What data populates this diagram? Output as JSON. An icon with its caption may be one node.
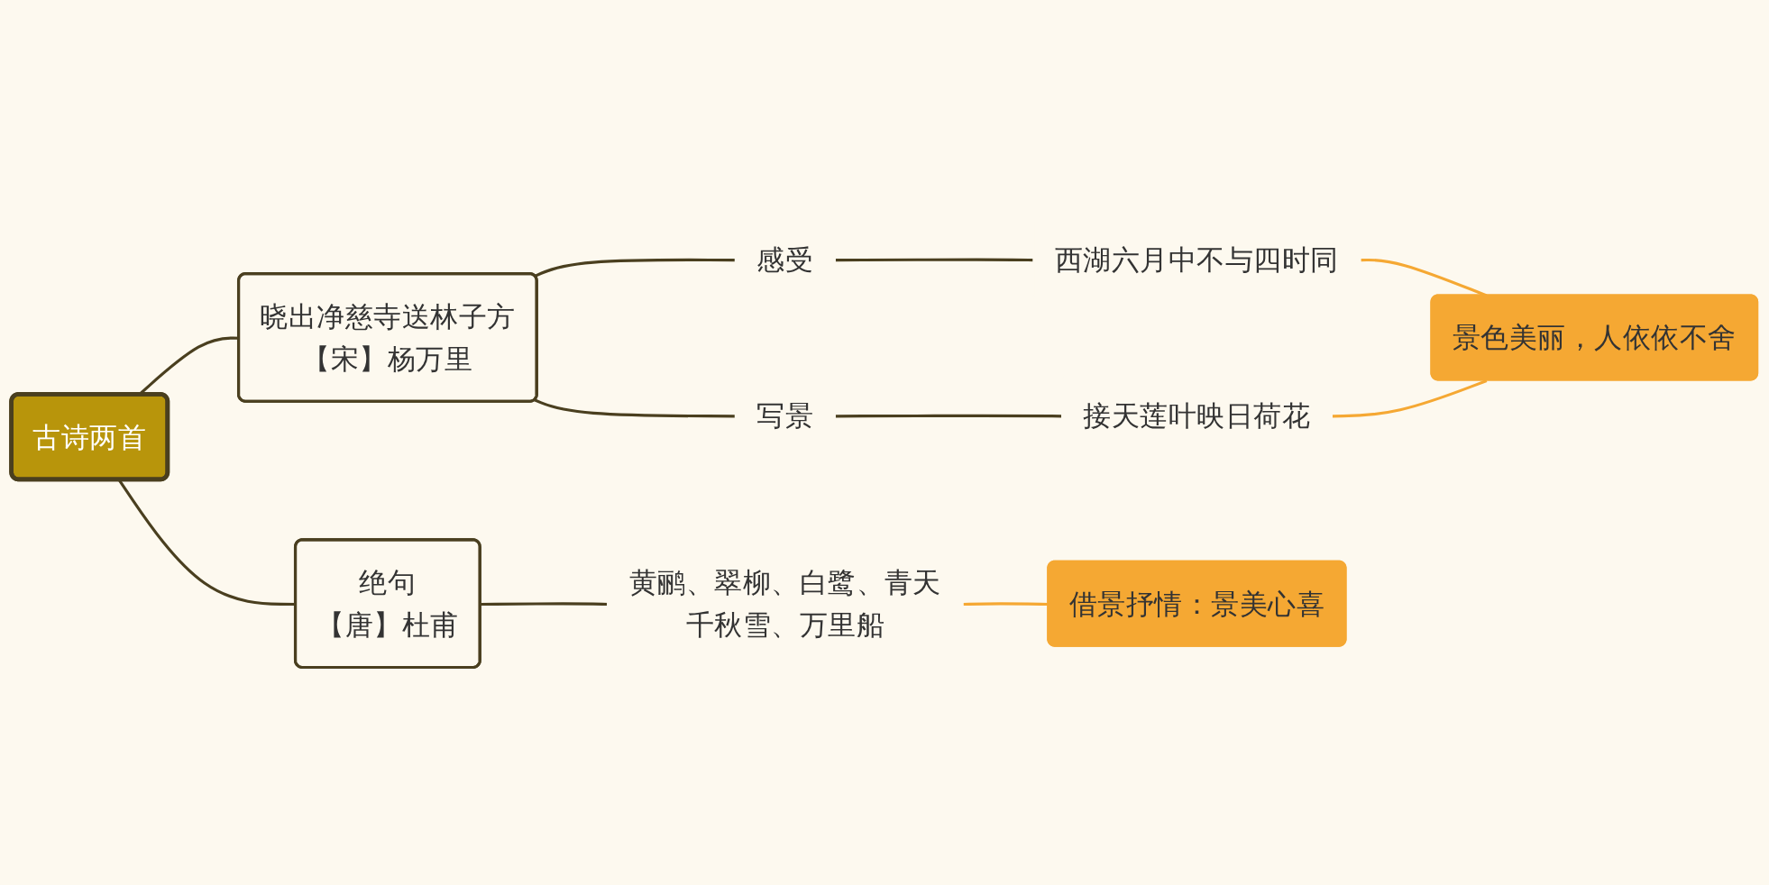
{
  "diagram": {
    "nodes": [
      {
        "text": [
          "古诗两首"
        ]
      },
      {
        "text": [
          "晓出净慈寺送林子方",
          "【宋】杨万里"
        ]
      },
      {
        "text": [
          "绝句",
          "【唐】杜甫"
        ]
      },
      {
        "text": [
          "感受"
        ]
      },
      {
        "text": [
          "写景"
        ]
      },
      {
        "text": [
          "西湖六月中不与四时同"
        ]
      },
      {
        "text": [
          "接天莲叶映日荷花"
        ]
      },
      {
        "text": [
          "景色美丽，人依依不舍"
        ]
      },
      {
        "text": [
          "黄鹂、翠柳、白鹭、青天千秋雪、万里船"
        ]
      },
      {
        "text": [
          "借景抒情：景美心喜"
        ]
      }
    ],
    "edges": [
      {
        "from": 0,
        "to": 1,
        "arrow": "none"
      },
      {
        "from": 0,
        "to": 2,
        "arrow": "none"
      },
      {
        "from": 1,
        "to": 3,
        "arrow": "none"
      },
      {
        "from": 1,
        "to": 4,
        "arrow": "none"
      },
      {
        "from": 3,
        "to": 5,
        "arrow": "none"
      },
      {
        "from": 4,
        "to": 6,
        "arrow": "none"
      },
      {
        "from": 5,
        "to": 7,
        "arrow": "none",
        "color": "#f5a833"
      },
      {
        "from": 6,
        "to": 7,
        "arrow": "none",
        "color": "#f5a833"
      },
      {
        "from": 2,
        "to": 8,
        "arrow": "none"
      },
      {
        "from": 8,
        "to": 9,
        "arrow": "none",
        "color": "#f5a833"
      }
    ]
  }
}
